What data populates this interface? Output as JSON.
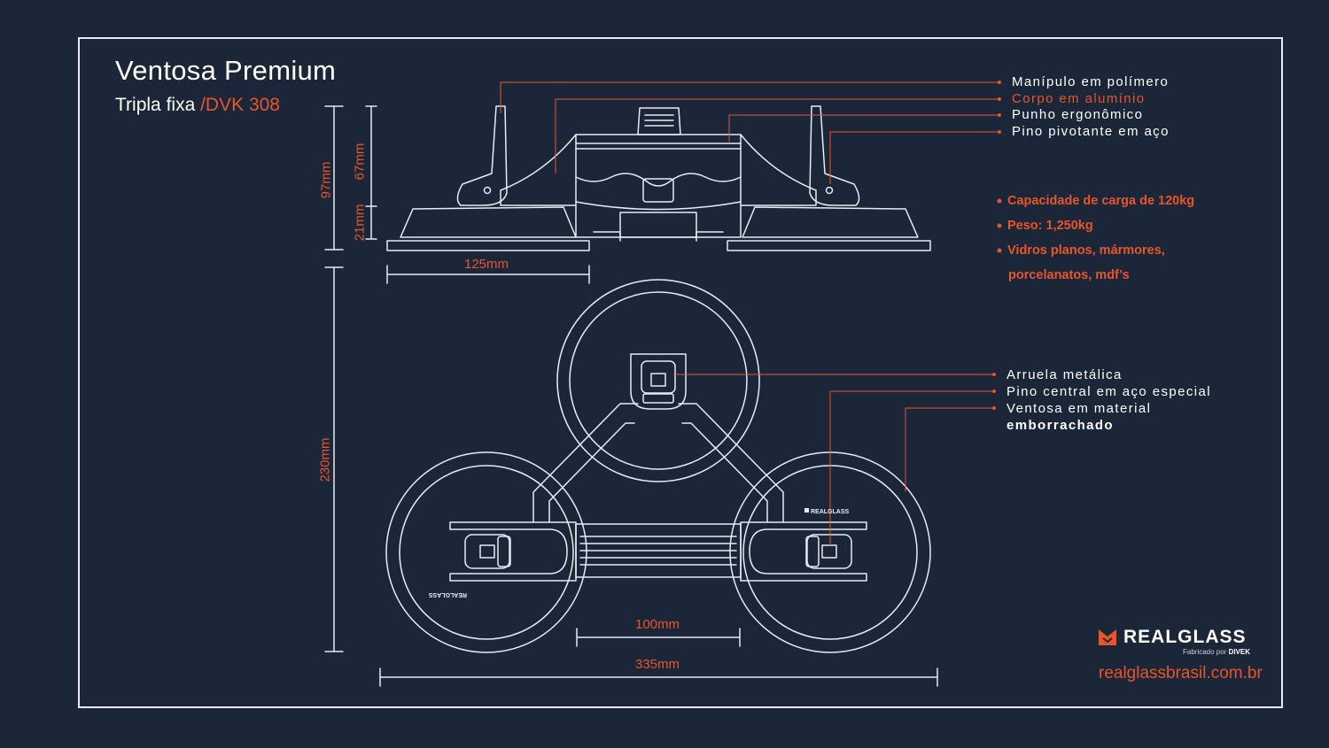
{
  "header": {
    "title": "Ventosa Premium",
    "subtitle_prefix": "Tripla fixa",
    "subtitle_code": "/DVK 308"
  },
  "callouts_top": [
    {
      "label": "Manípulo em polímero",
      "highlight": false
    },
    {
      "label": "Corpo em alumínio",
      "highlight": true
    },
    {
      "label": "Punho ergonômico",
      "highlight": false
    },
    {
      "label": "Pino pivotante em aço",
      "highlight": false
    }
  ],
  "specs": [
    "Capacidade de carga de 120kg",
    "Peso: 1,250kg",
    "Vidros planos, mármores,",
    "porcelanatos, mdf’s"
  ],
  "callouts_bottom": [
    {
      "label": "Arruela metálica"
    },
    {
      "label": "Pino central em aço especial"
    },
    {
      "label": "Ventosa em material"
    },
    {
      "label": "emborrachado"
    }
  ],
  "dimensions": {
    "height_total": "97mm",
    "height_upper": "67mm",
    "height_lower": "21mm",
    "pad_width": "125mm",
    "depth_total": "230mm",
    "handle_width": "100mm",
    "width_total": "335mm"
  },
  "product_marks": {
    "pad_logo": "REALGLASS"
  },
  "brand": {
    "name": "REALGLASS",
    "made_by_prefix": "Fabricado por",
    "made_by": "DIVEK",
    "url": "realglassbrasil.com.br"
  },
  "colors": {
    "background": "#1b2639",
    "accent": "#e8552a",
    "line": "#e8ecf2"
  }
}
